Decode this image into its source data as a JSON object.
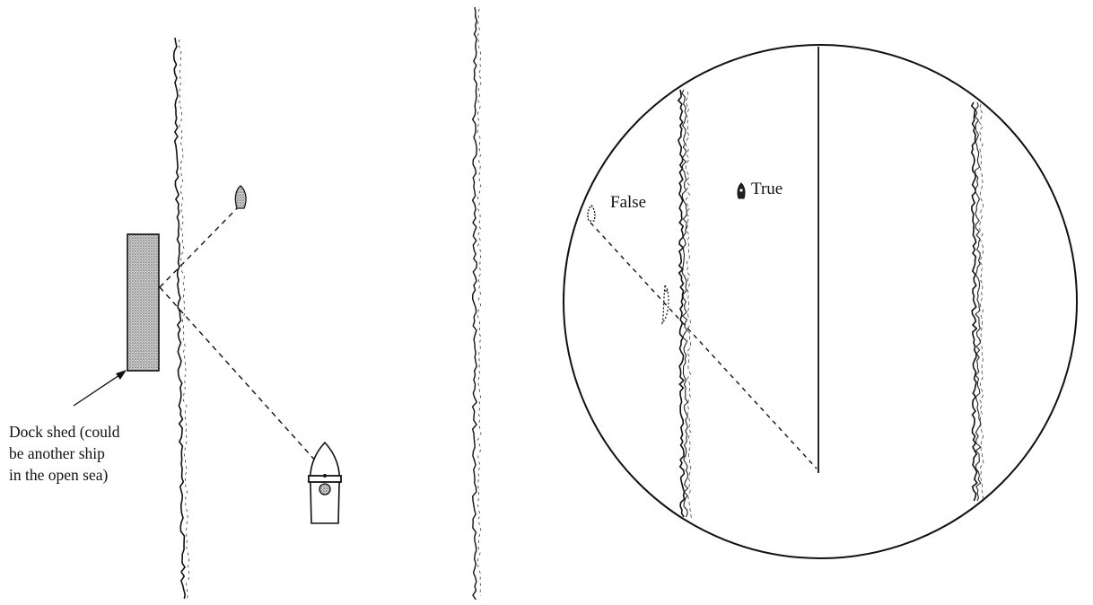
{
  "left_panel": {
    "dock_label_lines": [
      "Dock shed (could",
      "be another ship",
      "in the open sea)"
    ]
  },
  "right_panel": {
    "false_label": "False",
    "true_label": "True"
  },
  "colors": {
    "ink": "#111111",
    "shed_fill": "#b5b5b5",
    "background": "#ffffff"
  }
}
